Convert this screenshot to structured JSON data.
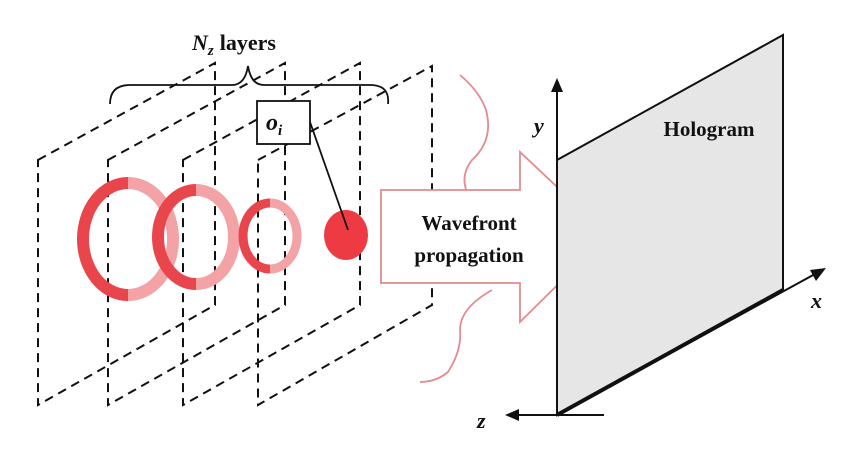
{
  "diagram": {
    "layers_label_symbol": "N",
    "layers_label_subscript": "z",
    "layers_label_text": "layers",
    "object_label_symbol": "o",
    "object_label_subscript": "i",
    "arrow_label_line1": "Wavefront",
    "arrow_label_line2": "propagation",
    "hologram_label": "Hologram",
    "axis_x": "x",
    "axis_y": "y",
    "axis_z": "z",
    "colors": {
      "ring_dark": "#e8454c",
      "ring_light": "#f3a2a6",
      "dot": "#ee3b43",
      "wave": "#e58a8f",
      "arrow_outline": "#e58a8f",
      "hologram_fill": "#e6e6e6",
      "stroke": "#111111"
    }
  }
}
